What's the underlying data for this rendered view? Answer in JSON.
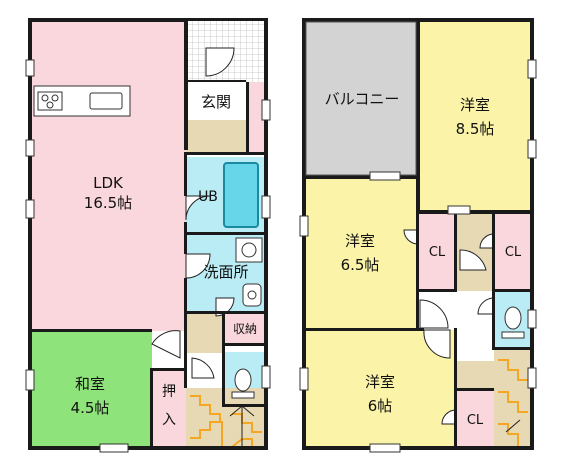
{
  "ground_floor": {
    "ldk": {
      "name": "LDK",
      "size": "16.5帖"
    },
    "washitsu": {
      "name": "和室",
      "size": "4.5帖"
    },
    "oshiire_top": "押",
    "oshiire_bottom": "入",
    "genkan": "玄関",
    "ub": "UB",
    "senmenjo": "洗面所",
    "shuno": "収納"
  },
  "upper_floor": {
    "balcony": "バルコニー",
    "yoshitsu_85": {
      "name": "洋室",
      "size": "8.5帖"
    },
    "yoshitsu_65": {
      "name": "洋室",
      "size": "6.5帖"
    },
    "yoshitsu_6": {
      "name": "洋室",
      "size": "6帖"
    },
    "closet_a": "CL",
    "closet_b": "CL",
    "closet_c": "CL"
  },
  "colors": {
    "ldk": "#f9d7dc",
    "washitsu": "#8ee37a",
    "yoshitsu": "#fbf4a8",
    "balcony": "#d3d3d3",
    "water": "#b9ecf4",
    "wood": "#e8d9b5",
    "closet": "#f9d7dc",
    "stairs": "#f5a623"
  }
}
